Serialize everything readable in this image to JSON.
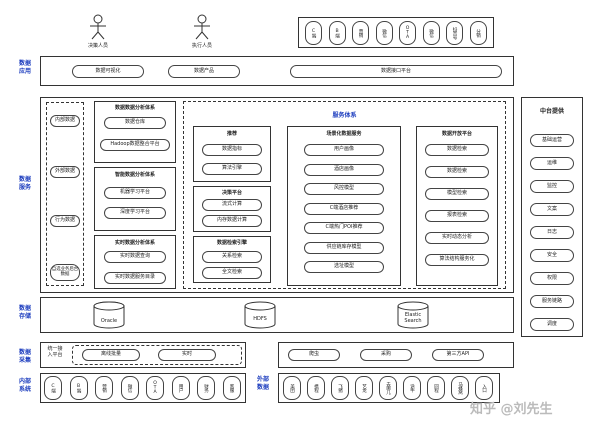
{
  "actors": {
    "decision": "决策人员",
    "executor": "执行人员"
  },
  "top_channels": [
    "C端",
    "B端",
    "营销",
    "微信",
    "OTA",
    "微信",
    "抖音号",
    "分销"
  ],
  "side_labels": {
    "app": "数据\n应用",
    "service": "数据\n服务",
    "storage": "数据\n存储",
    "collect": "数据\n采集",
    "internal": "内部\n系统",
    "external": "外部\n数据"
  },
  "app_layer": {
    "visual": "数据可视化",
    "product": "数据产品",
    "api": "数据接口平台"
  },
  "left_dashed": [
    "内部数据",
    "外部数据",
    "行为数据",
    "自选业务后台数据"
  ],
  "data_analysis": {
    "title": "数据数据分析体系",
    "items": [
      "数据仓库",
      "Hadoop数据整合平台"
    ]
  },
  "smart_analysis": {
    "title": "智能数据分析体系",
    "items": [
      "机器学习平台",
      "深度学习平台"
    ]
  },
  "realtime_analysis": {
    "title": "实时数据分析体系",
    "items": [
      "实时数据查询",
      "实时数据服务目录"
    ]
  },
  "service_system": {
    "title": "服务体系",
    "recommend": {
      "title": "推荐",
      "items": [
        "数据指标",
        "算法引擎"
      ]
    },
    "decision": {
      "title": "决策平台",
      "items": [
        "流式计算",
        "内存数据计算"
      ]
    },
    "search": {
      "title": "数据检索引擎",
      "items": [
        "关系检索",
        "全文检索"
      ]
    },
    "business": {
      "title": "场景化数据服务",
      "items": [
        "用户画像",
        "酒店画像",
        "风控模型",
        "C端酒店推荐",
        "C端热门POI推荐",
        "供应链库存模型",
        "选址模型"
      ]
    },
    "open": {
      "title": "数据开放平台",
      "items": [
        "数据检索",
        "数据检索",
        "模型检索",
        "报表检索",
        "实时动态分析",
        "算法结构服务化"
      ]
    }
  },
  "middle_platform": {
    "title": "中台提供",
    "items": [
      "基础运营",
      "运维",
      "监控",
      "文案",
      "日志",
      "安全",
      "权限",
      "服务链路",
      "调度"
    ]
  },
  "storage": {
    "db1": "Oracle",
    "db2": "HDFS",
    "db3": "Elastic Search"
  },
  "collect": {
    "unified": "统一接\n入平台",
    "batch": "离线批量",
    "realtime": "实时",
    "right_items": [
      "爬虫",
      "采购",
      "第三方API"
    ]
  },
  "internal_systems": [
    "C端",
    "B端",
    "营销",
    "微信",
    "OTA",
    "用户",
    "财务",
    "客服"
  ],
  "external_sources": [
    "美团",
    "携程",
    "飞猪",
    "艺龙",
    "去哪儿",
    "途牛",
    "同程",
    "马蜂窝",
    "入口"
  ],
  "watermark": "知乎 @刘先生"
}
